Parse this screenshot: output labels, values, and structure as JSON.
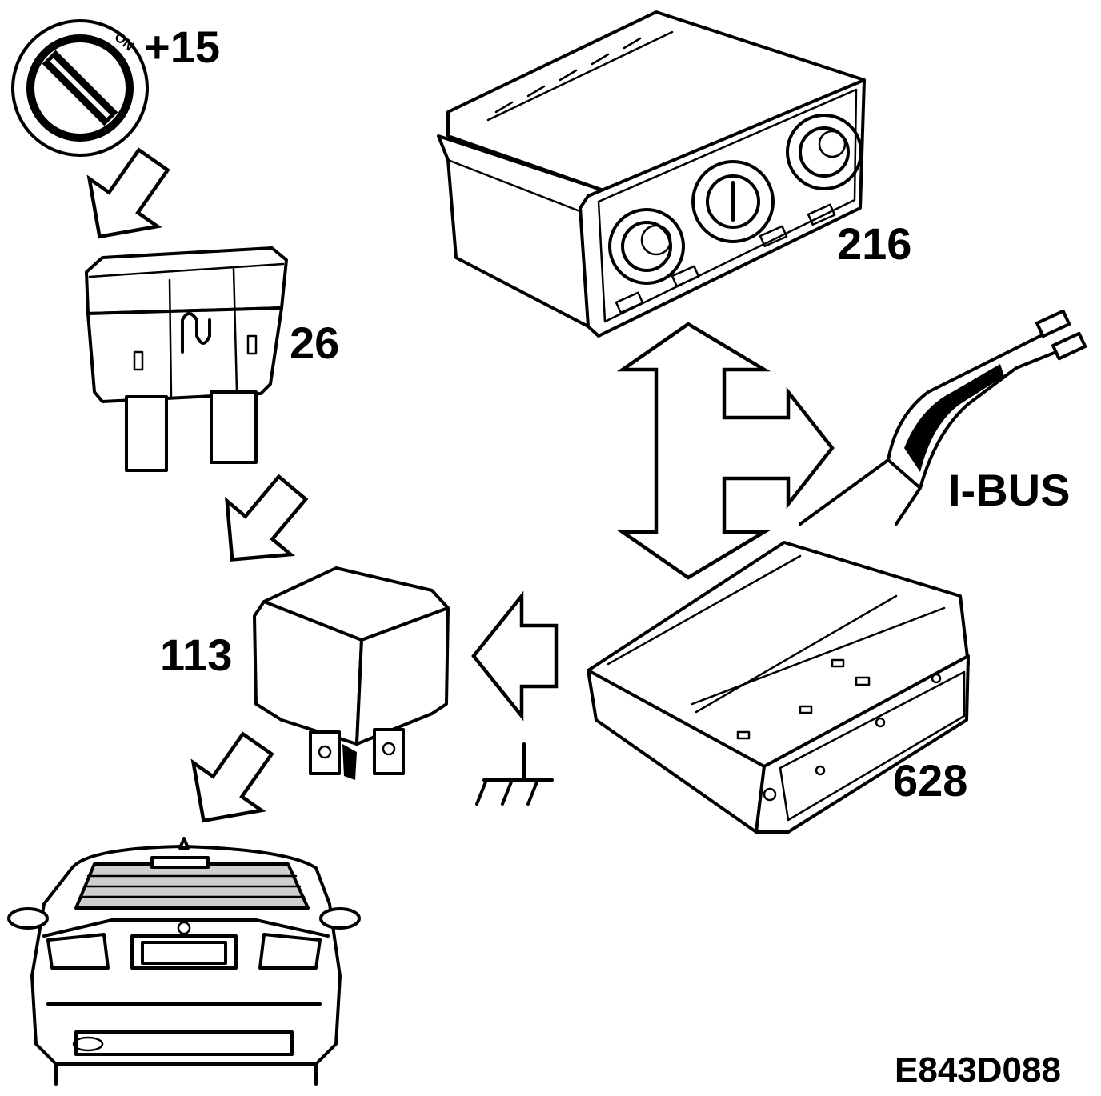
{
  "labels": {
    "ignition": "+15",
    "ignition_on": "ON",
    "fuse": "26",
    "relay": "113",
    "climate_panel": "216",
    "control_module": "628",
    "bus": "I-BUS",
    "figure_id": "E843D088"
  },
  "colors": {
    "ink": "#000000",
    "paper": "#ffffff",
    "rear_window": "#cfcfcf"
  },
  "icons": [
    "ignition-switch-icon",
    "fuse-icon",
    "relay-icon",
    "climate-panel-icon",
    "control-module-icon",
    "bus-cable-icon",
    "ground-symbol-icon",
    "car-rear-icon"
  ]
}
